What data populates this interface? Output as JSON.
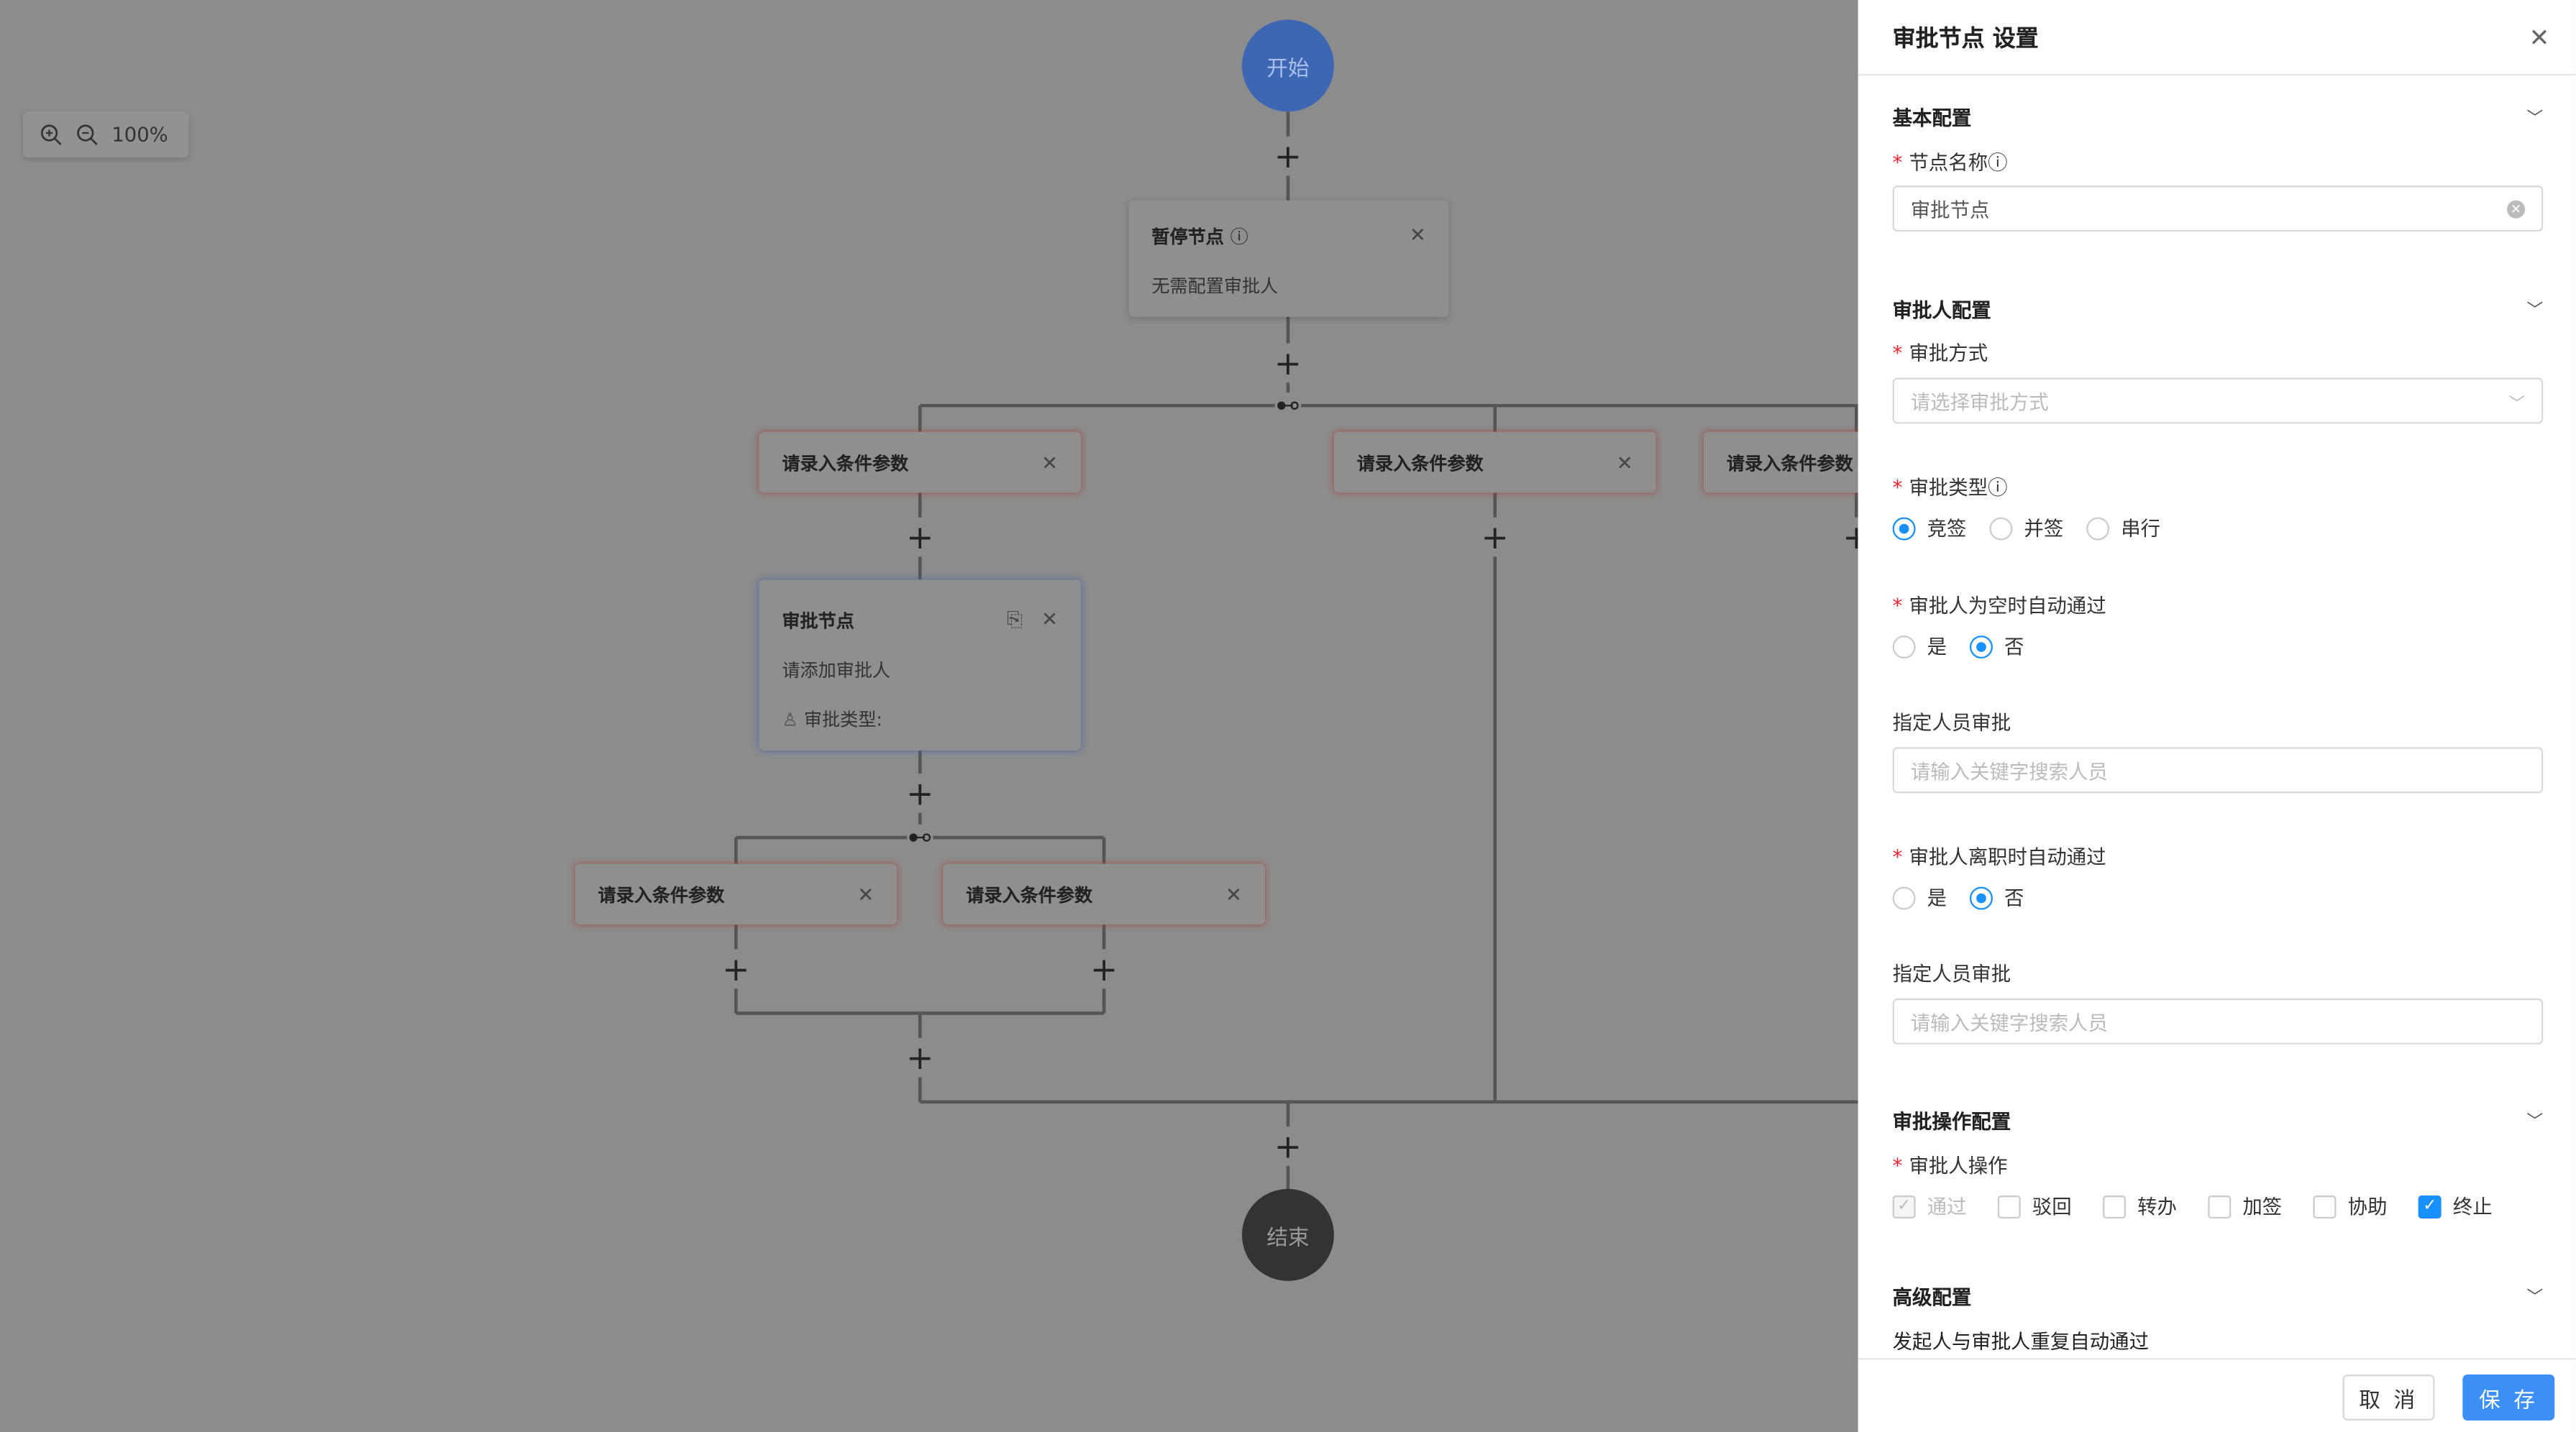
{
  "canvas": {
    "zoom": "100%",
    "start": "开始",
    "end": "结束",
    "pause_node": {
      "title": "暂停节点",
      "desc": "无需配置审批人"
    },
    "condition_label": "请录入条件参数",
    "approval_node": {
      "title": "审批节点",
      "desc": "请添加审批人",
      "type_label": "审批类型:"
    },
    "colors": {
      "start": "#3d66b3",
      "end": "#333333",
      "condition_border": "#e05555",
      "selected_border": "#4a78d0"
    }
  },
  "panel": {
    "title": "审批节点 设置",
    "sections": {
      "basic": "基本配置",
      "approver": "审批人配置",
      "ops": "审批操作配置",
      "advanced": "高级配置"
    },
    "node_name": {
      "label": "节点名称",
      "value": "审批节点"
    },
    "method": {
      "label": "审批方式",
      "placeholder": "请选择审批方式"
    },
    "type": {
      "label": "审批类型",
      "options": [
        "竞签",
        "并签",
        "串行"
      ],
      "selected": "竞签"
    },
    "empty_auto": {
      "label": "审批人为空时自动通过",
      "options": [
        "是",
        "否"
      ],
      "selected": "否"
    },
    "designee1": {
      "label": "指定人员审批",
      "placeholder": "请输入关键字搜索人员"
    },
    "resign_auto": {
      "label": "审批人离职时自动通过",
      "options": [
        "是",
        "否"
      ],
      "selected": "否"
    },
    "designee2": {
      "label": "指定人员审批",
      "placeholder": "请输入关键字搜索人员"
    },
    "operations": {
      "label": "审批人操作",
      "options": [
        {
          "label": "通过",
          "checked": true,
          "disabled": true
        },
        {
          "label": "驳回",
          "checked": false
        },
        {
          "label": "转办",
          "checked": false
        },
        {
          "label": "加签",
          "checked": false
        },
        {
          "label": "协助",
          "checked": false
        },
        {
          "label": "终止",
          "checked": true
        }
      ]
    },
    "repeat_auto": {
      "label": "发起人与审批人重复自动通过"
    },
    "cancel": "取 消",
    "save": "保 存",
    "accent": "#1890ff"
  }
}
